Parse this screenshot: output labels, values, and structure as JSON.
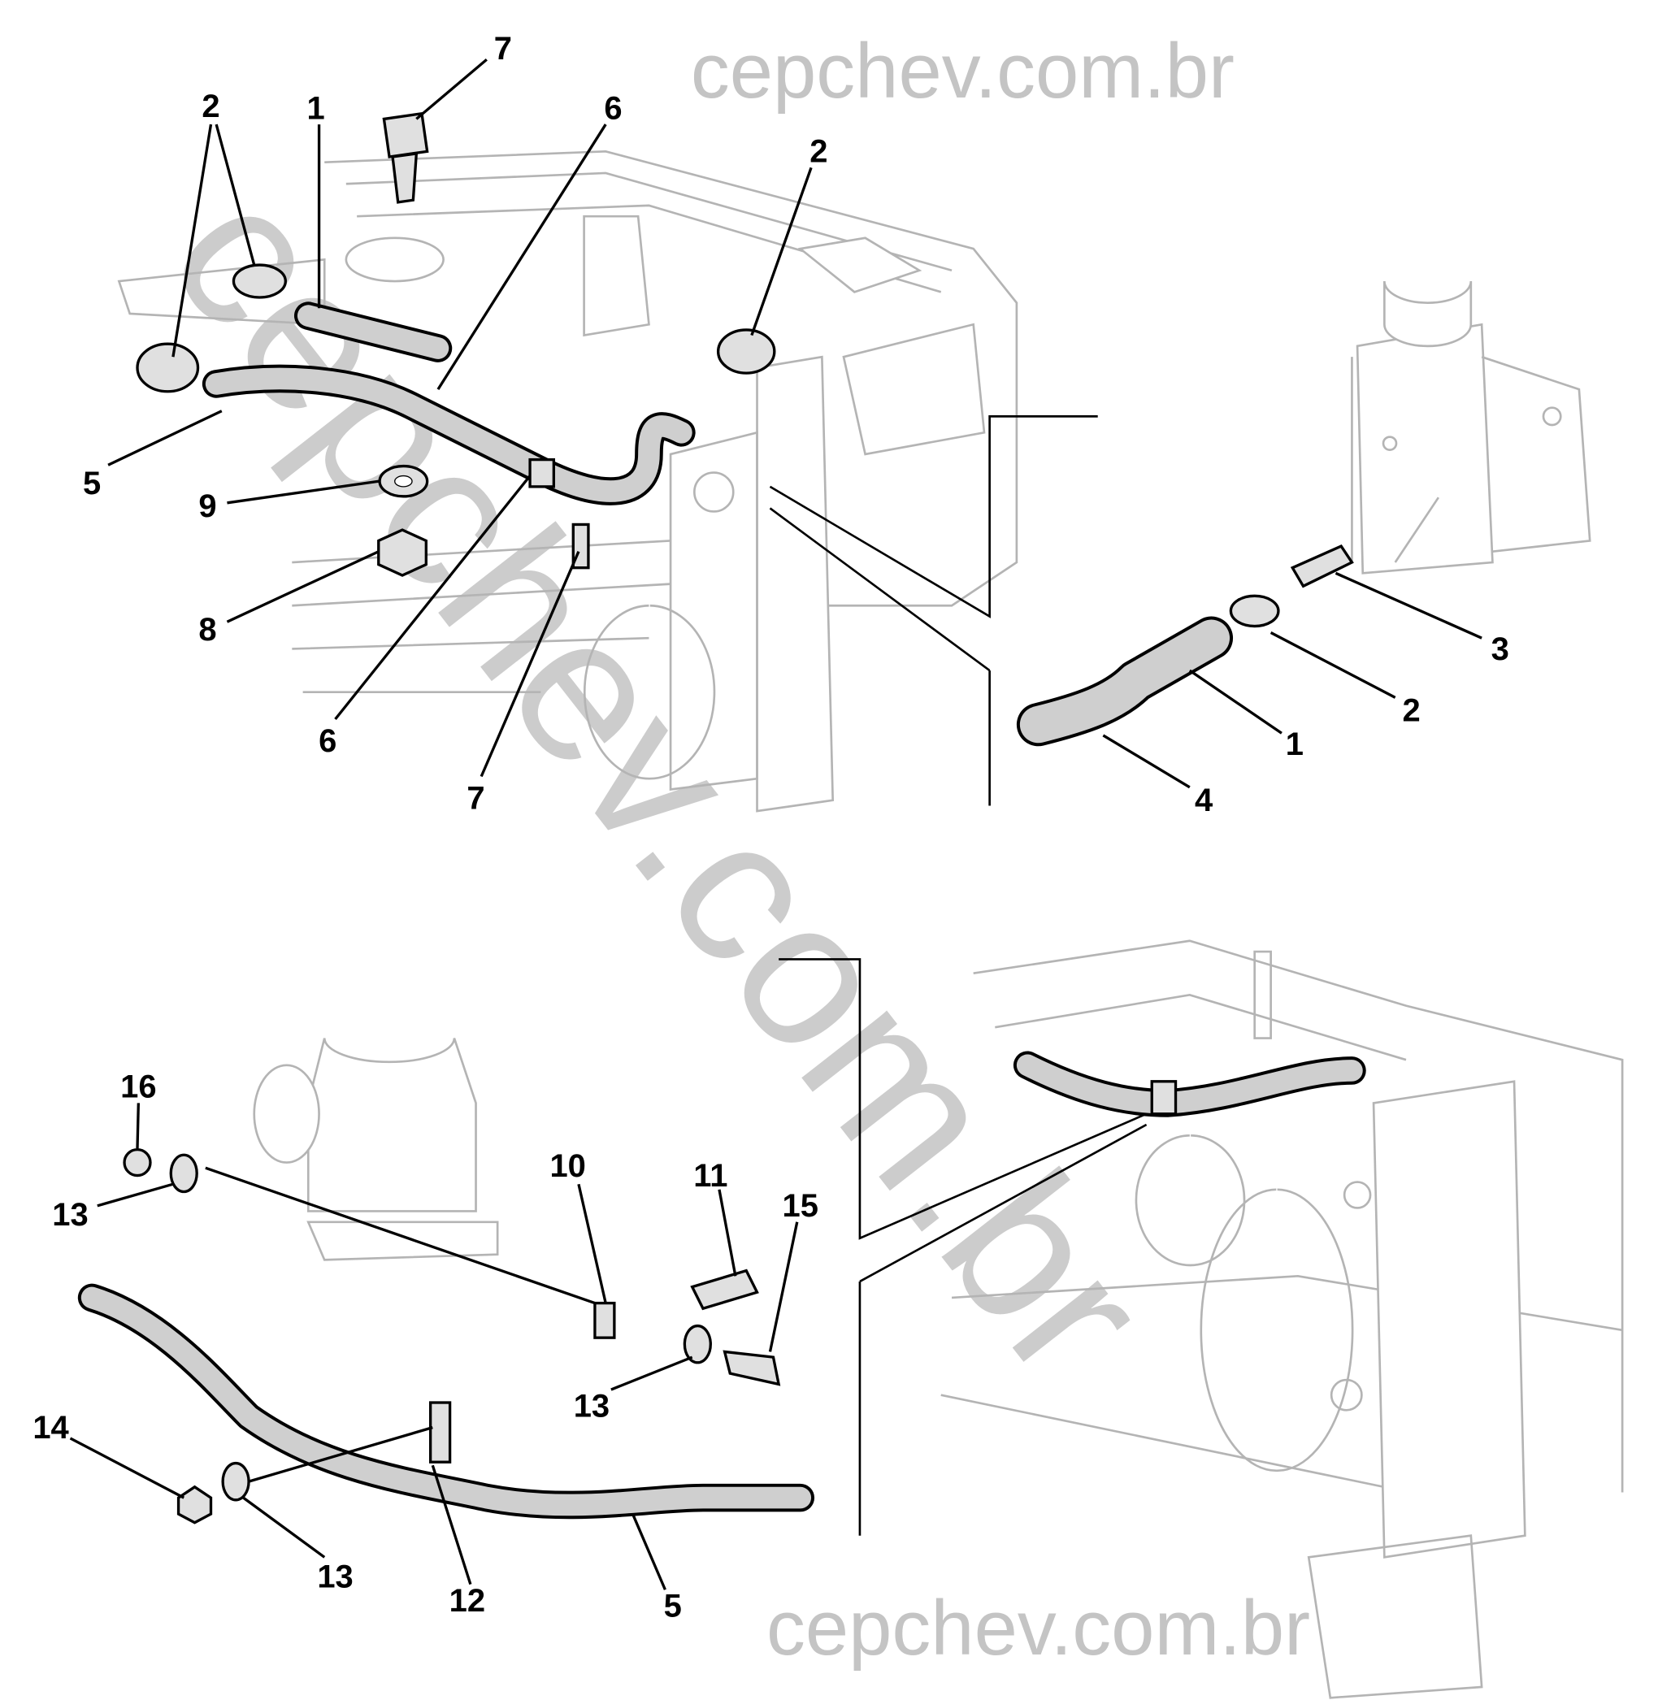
{
  "watermarks": {
    "top": "cepchev.com.br",
    "bottom": "cepchev.com.br",
    "diagonal": "cepchev.com.br"
  },
  "callouts": {
    "top_left": [
      "7",
      "2",
      "1",
      "6",
      "2",
      "5",
      "9",
      "8",
      "6",
      "7"
    ],
    "top_right_detail": [
      "3",
      "2",
      "1",
      "4"
    ],
    "bottom_left": [
      "16",
      "13",
      "10",
      "11",
      "15",
      "13",
      "14",
      "13",
      "12",
      "5"
    ]
  }
}
